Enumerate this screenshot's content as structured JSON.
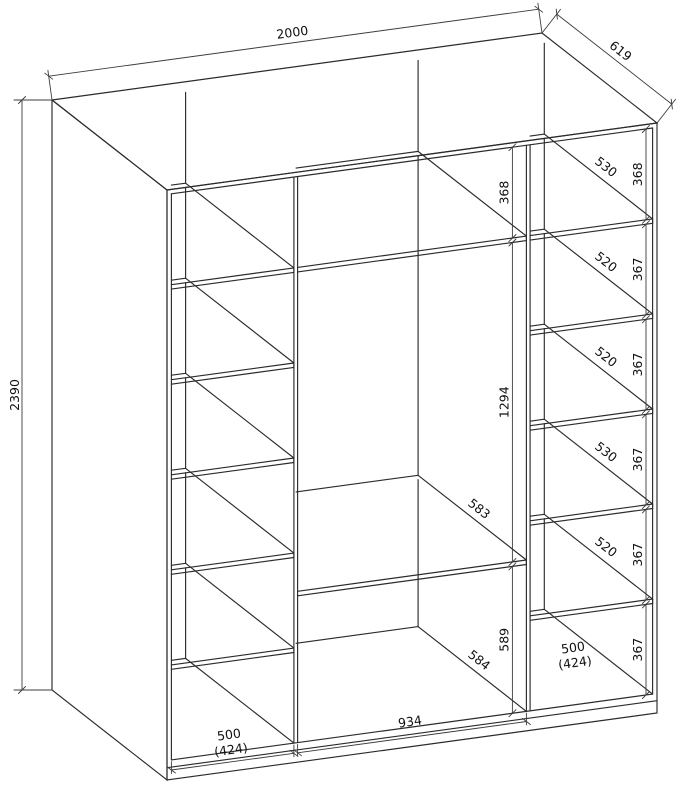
{
  "drawing": {
    "overall": {
      "width": "2000",
      "depth": "619",
      "height": "2390"
    },
    "middle_section": {
      "width": "934",
      "top_gap": "368",
      "hanging_height": "1294",
      "shelf_depth": "583",
      "bottom_gap": "589",
      "bottom_depth": "584"
    },
    "left_section": {
      "bottom_width": "500",
      "bottom_width_alt": "(424)"
    },
    "right_section": {
      "bottom_width": "500",
      "bottom_width_alt": "(424)",
      "compartment_heights": [
        "368",
        "367",
        "367",
        "367",
        "367",
        "367"
      ],
      "shelf_depths": [
        "530",
        "520",
        "520",
        "530",
        "520"
      ]
    }
  },
  "colors": {
    "line": "#2b2b2b",
    "dimension": "#3c3c3c",
    "text": "#111111",
    "background": "#ffffff"
  }
}
